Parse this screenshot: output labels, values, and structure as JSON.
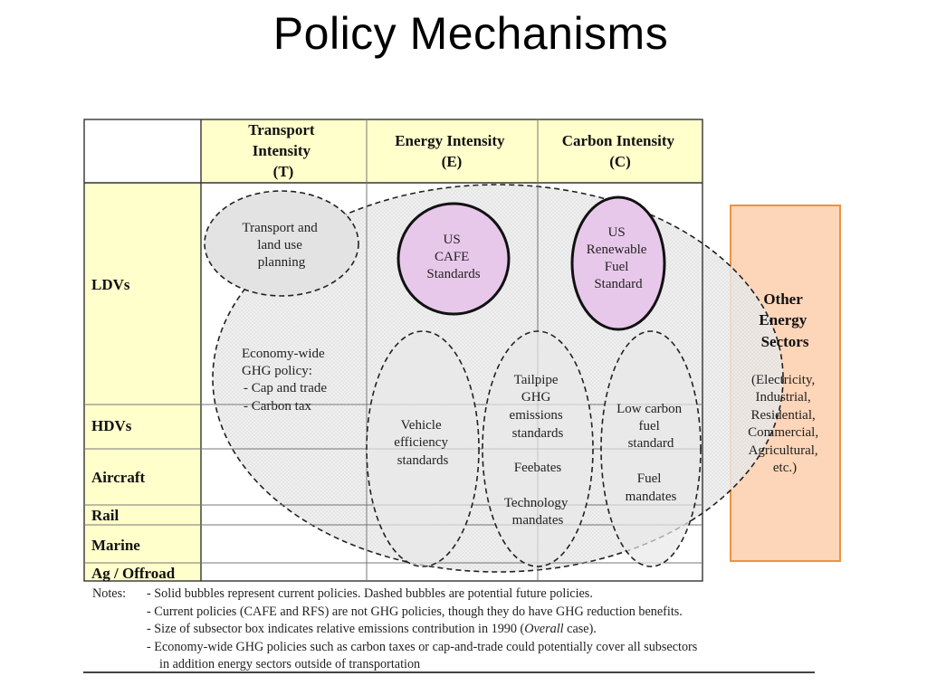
{
  "title": "Policy Mechanisms",
  "columns": {
    "transport": [
      "Transport",
      "Intensity",
      "(T)"
    ],
    "energy": [
      "Energy Intensity",
      "(E)"
    ],
    "carbon": [
      "Carbon Intensity",
      "(C)"
    ]
  },
  "rows": [
    "LDVs",
    "HDVs",
    "Aircraft",
    "Rail",
    "Marine",
    "Ag / Offroad"
  ],
  "bubbles": {
    "transport_land_use": [
      "Transport and",
      "land use",
      "planning"
    ],
    "us_cafe": [
      "US",
      "CAFE",
      "Standards"
    ],
    "us_rfs": [
      "US",
      "Renewable",
      "Fuel",
      "Standard"
    ],
    "economy_wide": [
      "Economy-wide",
      "GHG policy:",
      "- Cap and trade",
      "- Carbon tax"
    ],
    "vehicle_efficiency": [
      "Vehicle",
      "efficiency",
      "standards"
    ],
    "tailpipe": [
      "Tailpipe",
      "GHG",
      "emissions",
      "standards"
    ],
    "feebates": "Feebates",
    "technology_mandates": [
      "Technology",
      "mandates"
    ],
    "low_carbon_fuel": [
      "Low carbon",
      "fuel",
      "standard"
    ],
    "fuel_mandates": [
      "Fuel",
      "mandates"
    ]
  },
  "other_sectors": {
    "title": [
      "Other",
      "Energy",
      "Sectors"
    ],
    "detail": [
      "(Electricity,",
      "Industrial,",
      "Residential,",
      "Commercial,",
      "Agricultural,",
      "etc.)"
    ]
  },
  "colors": {
    "header_fill": "#ffffcc",
    "current_bubble_fill": "#e8c8ea",
    "other_sectors_fill": "#fdd5b8",
    "other_sectors_border": "#f0923f"
  },
  "notes": {
    "label": "Notes:",
    "lines": [
      "- Solid bubbles represent current policies. Dashed bubbles are potential future policies.",
      "- Current policies (CAFE and RFS) are not GHG policies, though they do have GHG reduction benefits.",
      "- Size of subsector box indicates relative emissions contribution in 1990 (",
      "Overall",
      " case).",
      "- Economy-wide GHG policies such as carbon taxes or cap-and-trade could potentially cover all subsectors",
      "in addition energy sectors outside of transportation"
    ]
  }
}
